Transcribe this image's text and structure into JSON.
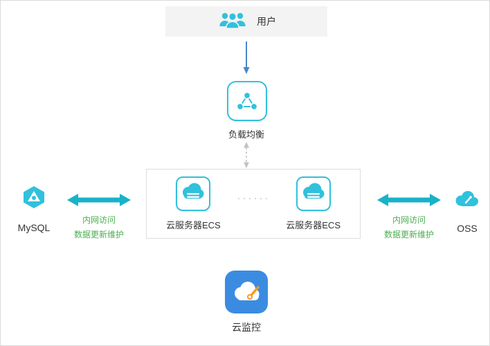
{
  "diagram": {
    "user": {
      "label": "用户"
    },
    "slb": {
      "label": "负载均衡"
    },
    "ecs_box": {
      "ecs1": {
        "label": "云服务器ECS"
      },
      "ecs2": {
        "label": "云服务器ECS"
      },
      "dots": "······"
    },
    "mysql": {
      "label": "MySQL"
    },
    "oss": {
      "label": "OSS"
    },
    "monitor": {
      "label": "云监控"
    },
    "left_link": {
      "line1": "内网访问",
      "line2": "数据更新维护"
    },
    "right_link": {
      "line1": "内网访问",
      "line2": "数据更新维护"
    },
    "colors": {
      "icon_cyan": "#31c1dc",
      "arrow_teal": "#18b2c8",
      "arrow_blue": "#4a86c6",
      "dashed_gray": "#c2c2c2",
      "green_text": "#4caf50",
      "monitor_blue": "#3b8ce0",
      "needle_orange": "#f59a23",
      "user_box_bg": "#f3f3f3"
    }
  }
}
